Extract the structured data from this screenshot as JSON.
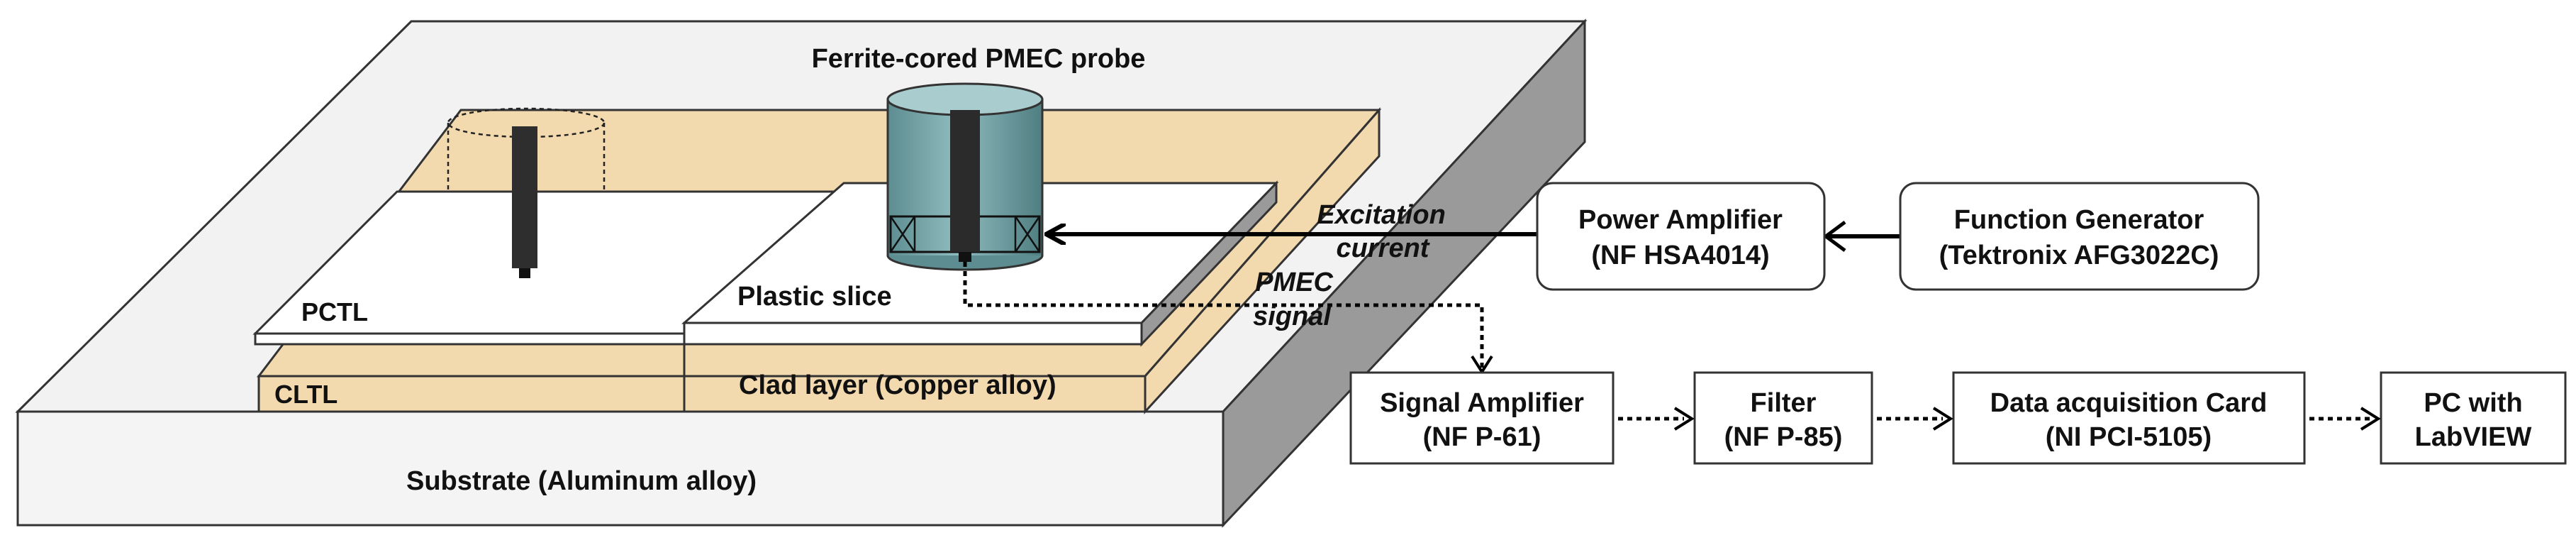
{
  "labels": {
    "probe_title": "Ferrite-cored PMEC probe",
    "pctl": "PCTL",
    "cltl": "CLTL",
    "plastic_slice": "Plastic slice",
    "clad_layer": "Clad layer (Copper alloy)",
    "substrate": "Substrate (Aluminum alloy)",
    "excitation_line1": "Excitation",
    "excitation_line2": "current",
    "pmec_signal_line1": "PMEC",
    "pmec_signal_line2": "signal"
  },
  "blocks": {
    "power_amplifier": {
      "line1": "Power Amplifier",
      "line2": "(NF HSA4014)"
    },
    "function_generator": {
      "line1": "Function Generator",
      "line2": "(Tektronix AFG3022C)"
    },
    "signal_amplifier": {
      "line1": "Signal Amplifier",
      "line2": "(NF P-61)"
    },
    "filter": {
      "line1": "Filter",
      "line2": "(NF P-85)"
    },
    "daq_card": {
      "line1": "Data acquisition Card",
      "line2": "(NI PCI-5105)"
    },
    "pc": {
      "line1": "PC with",
      "line2": "LabVIEW"
    }
  },
  "colors": {
    "clad": "#f2d9ae",
    "substrate": "#f0f0f0",
    "probe_body": "#6f9fa2",
    "core": "#2b2b2b"
  }
}
